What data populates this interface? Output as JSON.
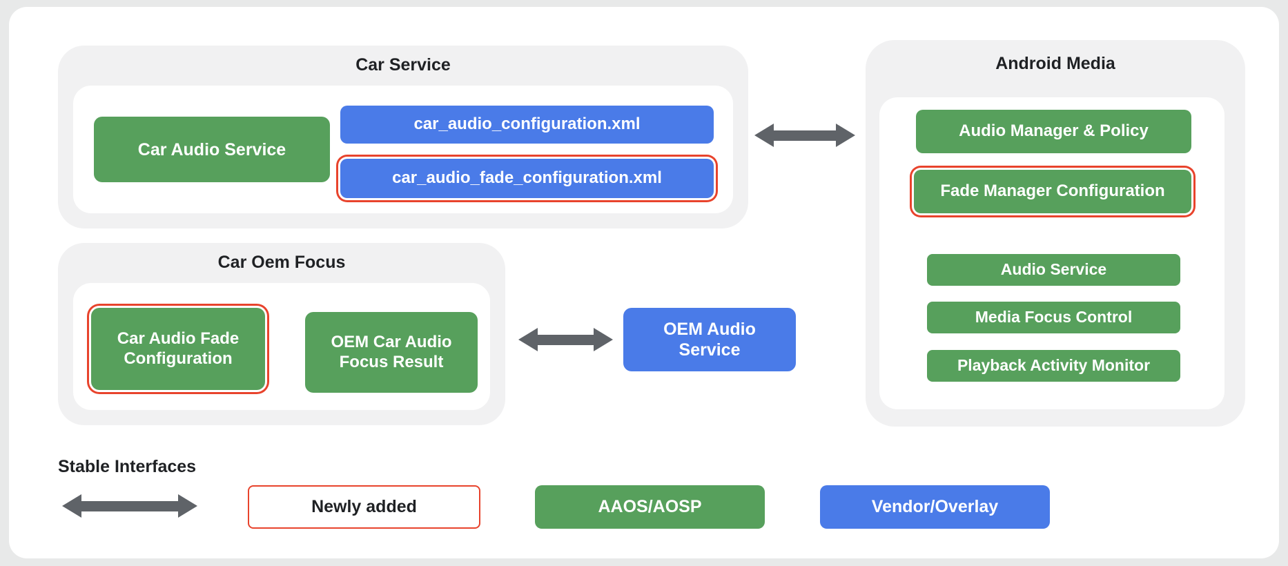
{
  "colors": {
    "aaos_green": "#57a05c",
    "vendor_blue": "#4a7be8",
    "newly_added_red": "#e8432c",
    "group_background": "#f1f1f2",
    "arrow_gray": "#5f6368",
    "card_background": "#ffffff",
    "page_background": "#e8e9e9"
  },
  "car_service": {
    "title": "Car Service",
    "car_audio_service": "Car Audio Service",
    "config_xml": "car_audio_configuration.xml",
    "fade_config_xml": "car_audio_fade_configuration.xml"
  },
  "android_media": {
    "title": "Android Media",
    "audio_manager_policy": "Audio Manager & Policy",
    "fade_manager_configuration": "Fade Manager Configuration",
    "audio_service": "Audio Service",
    "media_focus_control": "Media Focus Control",
    "playback_activity_monitor": "Playback Activity Monitor"
  },
  "car_oem_focus": {
    "title": "Car Oem Focus",
    "car_audio_fade_configuration": "Car Audio Fade Configuration",
    "oem_car_audio_focus_result": "OEM Car Audio Focus Result"
  },
  "oem_audio_service": {
    "label": "OEM Audio Service"
  },
  "legend": {
    "stable_interfaces": "Stable Interfaces",
    "newly_added": "Newly added",
    "aaos_aosp": "AAOS/AOSP",
    "vendor_overlay": "Vendor/Overlay"
  }
}
